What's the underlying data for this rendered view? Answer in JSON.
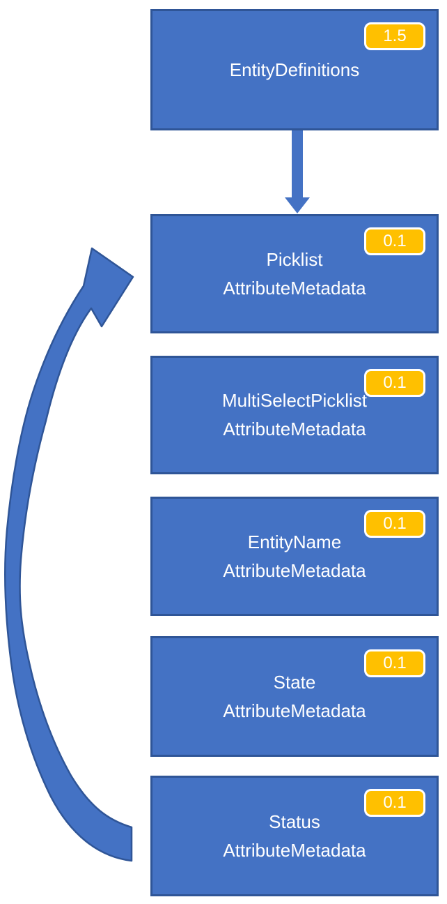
{
  "diagram": {
    "colors": {
      "node_fill": "#4472C4",
      "node_border": "#2F5597",
      "badge_fill": "#FFC000",
      "badge_border": "#FFFFFF",
      "text": "#FFFFFF",
      "connector_fill": "#4472C4",
      "connector_border": "#2F5597"
    },
    "nodes": [
      {
        "id": "entity-definitions",
        "lines": [
          "EntityDefinitions",
          ""
        ],
        "badge": "1.5"
      },
      {
        "id": "picklist-attribute-metadata",
        "lines": [
          "Picklist",
          "AttributeMetadata"
        ],
        "badge": "0.1"
      },
      {
        "id": "multiselect-picklist-attribute-metadata",
        "lines": [
          "MultiSelectPicklist",
          "AttributeMetadata"
        ],
        "badge": "0.1"
      },
      {
        "id": "entity-name-attribute-metadata",
        "lines": [
          "EntityName",
          "AttributeMetadata"
        ],
        "badge": "0.1"
      },
      {
        "id": "state-attribute-metadata",
        "lines": [
          "State",
          "AttributeMetadata"
        ],
        "badge": "0.1"
      },
      {
        "id": "status-attribute-metadata",
        "lines": [
          "Status",
          "AttributeMetadata"
        ],
        "badge": "0.1"
      }
    ],
    "connectors": [
      {
        "id": "down-arrow",
        "type": "straight",
        "from": "entity-definitions",
        "to": "picklist-attribute-metadata"
      },
      {
        "id": "curved-arrow",
        "type": "curved",
        "from": "status-attribute-metadata",
        "to": "picklist-attribute-metadata"
      }
    ]
  }
}
